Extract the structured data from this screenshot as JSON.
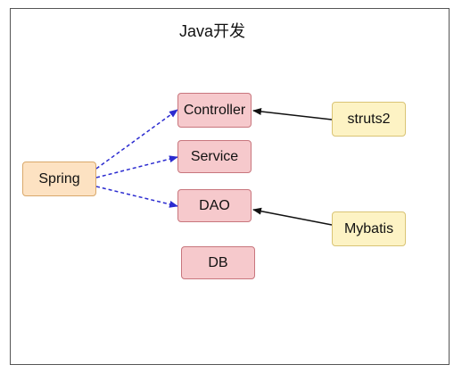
{
  "title": "Java开发",
  "nodes": {
    "controller": "Controller",
    "service": "Service",
    "dao": "DAO",
    "db": "DB",
    "spring": "Spring",
    "struts2": "struts2",
    "mybatis": "Mybatis"
  },
  "colors": {
    "dashed_arrow": "#2b2bd0",
    "solid_arrow": "#111111",
    "layer_fill": "#f6c9cc",
    "spring_fill": "#fde2c2",
    "framework_fill": "#fdf3c4"
  }
}
